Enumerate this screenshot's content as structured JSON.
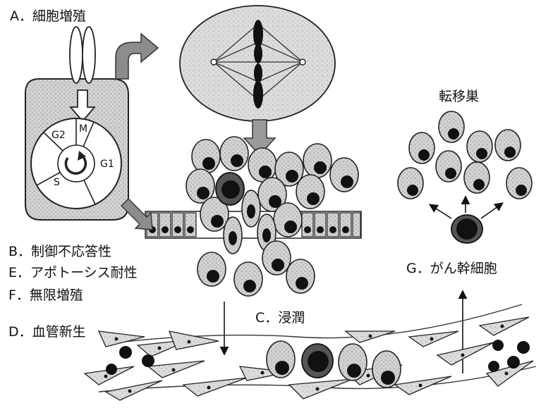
{
  "labels": {
    "a": "A．細胞増殖",
    "b": "B．制御不応答性",
    "e": "E．アポトーシス耐性",
    "f": "F．無限増殖",
    "d": "D．血管新生",
    "c": "C．浸潤",
    "g": "G．がん幹細胞",
    "metastasis": "転移巣"
  },
  "cell_cycle": {
    "g2": "G2",
    "m": "M",
    "g1": "G1",
    "s": "S"
  },
  "colors": {
    "cell_fill": "#c9c9c9",
    "nucleus": "#0a0a0a",
    "line": "#222222"
  }
}
